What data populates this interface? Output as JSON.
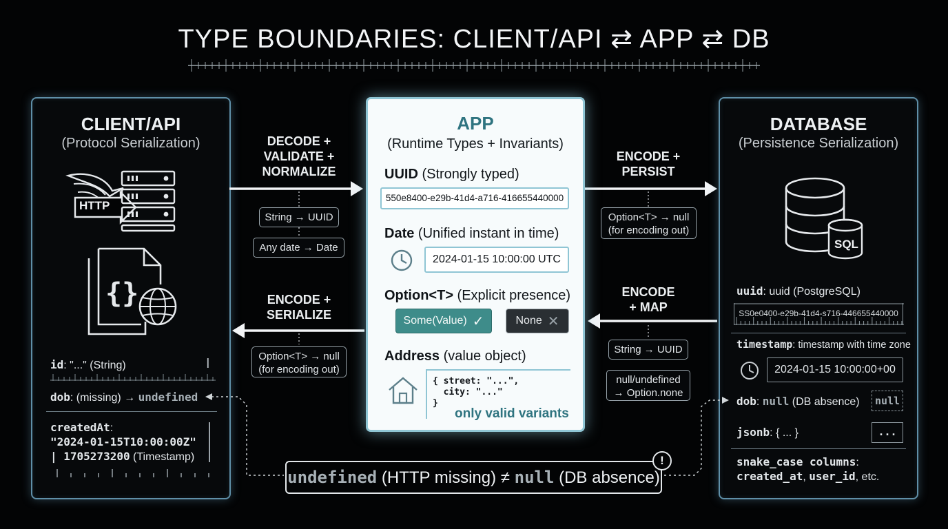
{
  "title": "TYPE BOUNDARIES: CLIENT/API ⇄ APP ⇄ DB",
  "client": {
    "title": "CLIENT/API",
    "subtitle": "(Protocol Serialization)",
    "http_label": "HTTP",
    "id_key": "id",
    "id_rest": ": \"...\" (String)",
    "dob_key": "dob",
    "dob_mid": ": (missing) → ",
    "dob_val": "undefined",
    "created_key": "createdAt",
    "created_colon": ":",
    "created_val1": "\"2024-01-15T10:00:00Z\"",
    "created_pipe": "| ",
    "created_val2": "1705273200",
    "created_note": " (Timestamp)"
  },
  "arrows": {
    "decode": {
      "line1": "DECODE +",
      "line2": "VALIDATE +",
      "line3": "NORMALIZE"
    },
    "decode_boxes": [
      "String → UUID",
      "Any date → Date"
    ],
    "encode_serialize": {
      "line1": "ENCODE +",
      "line2": "SERIALIZE"
    },
    "encode_serialize_box": {
      "line1": "Option<T> → null",
      "line2": "(for encoding out)"
    },
    "encode_persist": {
      "line1": "ENCODE +",
      "line2": "PERSIST"
    },
    "encode_persist_box": {
      "line1": "Option<T> → null",
      "line2": "(for encoding out)"
    },
    "encode_map": {
      "line1": "ENCODE",
      "line2": "+ MAP"
    },
    "encode_map_boxes": [
      "String → UUID"
    ],
    "encode_map_box2": {
      "line1": "null/undefined",
      "line2": "→ Option.none"
    }
  },
  "app": {
    "title": "APP",
    "subtitle": "(Runtime Types + Invariants)",
    "uuid_head": "UUID",
    "uuid_note": " (Strongly typed)",
    "uuid_value": "550e8400-e29b-41d4-a716-416655440000",
    "date_head": "Date",
    "date_note": " (Unified instant in time)",
    "date_value": "2024-01-15 10:00:00 UTC",
    "option_head": "Option<T>",
    "option_note": " (Explicit presence)",
    "some_label": "Some(Value)",
    "none_label": "None",
    "address_head": "Address",
    "address_note": " (value object)",
    "address_line1": "{ street: \"...\",",
    "address_line2": "  city: \"...\"",
    "address_line3": "}",
    "valid_variants": "only valid variants"
  },
  "db": {
    "title": "DATABASE",
    "subtitle": "(Persistence Serialization)",
    "sql_label": "SQL",
    "uuid_key": "uuid",
    "uuid_type": ": uuid (PostgreSQL)",
    "uuid_value": "SS0e0400-e29b-41d4-s716-446655440000",
    "ts_key": "timestamp",
    "ts_type": ": timestamp with time zone",
    "ts_value": "2024-01-15 10:00:00+00",
    "dob_key": "dob",
    "dob_colon": ": ",
    "dob_null": "null",
    "dob_note": " (DB absence)",
    "dob_badge": "null",
    "jsonb_key": "jsonb",
    "jsonb_val": ": { ... }",
    "jsonb_badge": "...",
    "snake_head": "snake_case columns",
    "snake_colon": ":",
    "snake_c1": "created_at",
    "snake_sep": ", ",
    "snake_c2": "user_id",
    "snake_tail": ", etc."
  },
  "bottom": {
    "undefined_word": "undefined",
    "http_missing": " (HTTP missing) ≠ ",
    "null_word": "null",
    "db_absence": " (DB absence)",
    "warn": "!"
  },
  "colors": {
    "panel_border": "#5f8fa8",
    "app_border": "#8fc5d4",
    "app_title": "#2f7480",
    "some_chip": "#3e8c8a",
    "none_chip": "#2a2f33"
  }
}
